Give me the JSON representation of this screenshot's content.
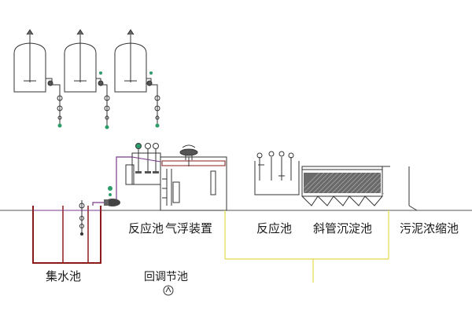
{
  "labels": {
    "collection_tank": "集水池",
    "reaction_tank_1": "反应池",
    "air_flotation": "气浮装置",
    "equalization_tank": "回调节池",
    "reaction_tank_2": "反应池",
    "inclined_tube_settler": "斜管沉淀池",
    "sludge_thickener": "污泥浓缩池"
  },
  "colors": {
    "line": "#333333",
    "pipe_purple": "#7a3a8a",
    "tank_wall": "#8b1a1a",
    "pipe_yellow": "#e6d84a",
    "pipe_green": "#2a9d6a",
    "valve": "#444444"
  },
  "icons": [
    "chemical-dosing-tank-icon",
    "valve-icon",
    "pump-icon",
    "agitator-icon",
    "mixer-icon"
  ]
}
